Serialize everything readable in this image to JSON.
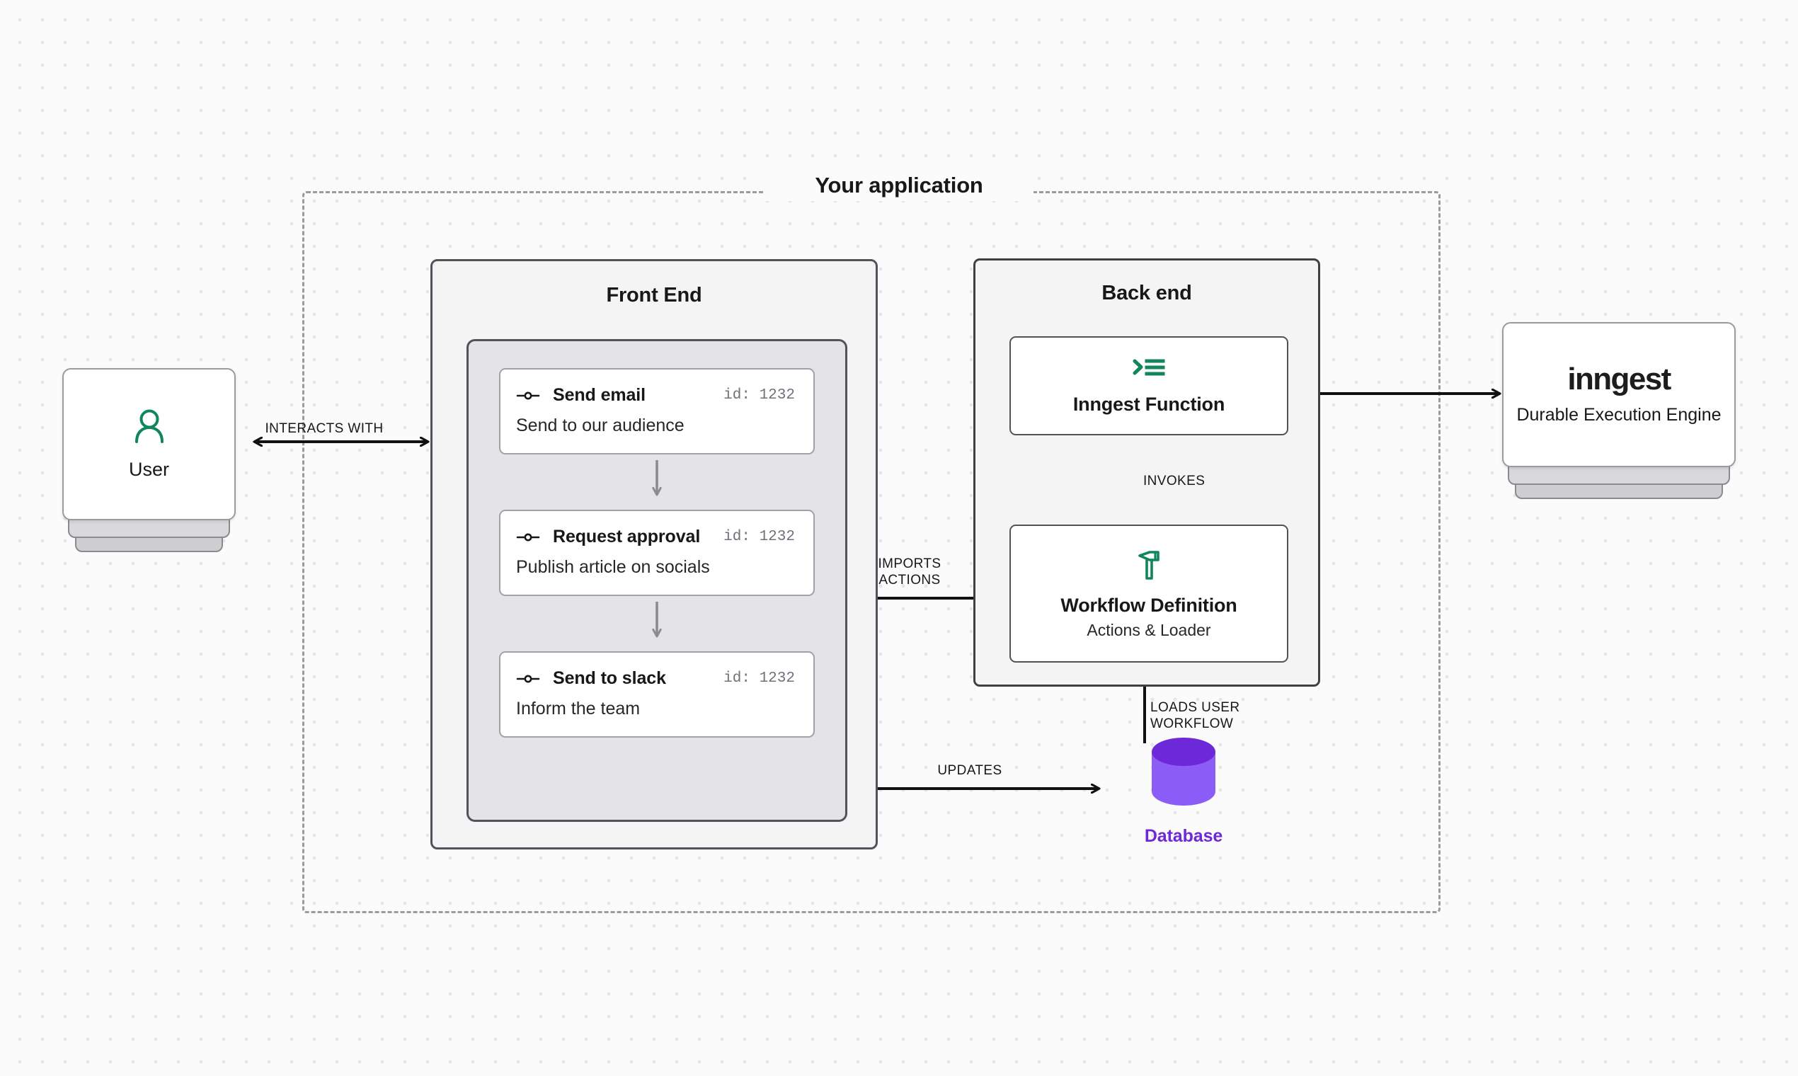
{
  "diagram": {
    "title": "Your application",
    "background": {
      "color": "#fbfbfb",
      "dot_color": "#e6e6e8"
    },
    "accent_green": "#11865a",
    "accent_purple": "#6d28d9"
  },
  "user_node": {
    "label": "User",
    "icon": "user-icon"
  },
  "inngest_node": {
    "logo": "inngest",
    "subtitle": "Durable Execution\nEngine"
  },
  "frontend": {
    "title": "Front End",
    "steps": [
      {
        "icon": "workflow-node-icon",
        "title": "Send email",
        "id_label": "id: 1232",
        "description": "Send to our audience"
      },
      {
        "icon": "workflow-node-icon",
        "title": "Request approval",
        "id_label": "id: 1232",
        "description": "Publish article on socials"
      },
      {
        "icon": "workflow-node-icon",
        "title": "Send to slack",
        "id_label": "id: 1232",
        "description": "Inform the team"
      }
    ]
  },
  "backend": {
    "title": "Back end",
    "cards": [
      {
        "icon": "terminal-list-icon",
        "title": "Inngest Function",
        "subtitle": ""
      },
      {
        "icon": "hammer-icon",
        "title": "Workflow Definition",
        "subtitle": "Actions & Loader"
      }
    ]
  },
  "database": {
    "label": "Database",
    "top_color": "#6d28d9",
    "body_color": "#8b5cf6"
  },
  "edges": [
    {
      "name": "user-to-frontend",
      "label": "INTERACTS WITH",
      "direction": "bidirectional"
    },
    {
      "name": "backend-to-inngest",
      "label": "",
      "direction": "bidirectional"
    },
    {
      "name": "inngestfn-to-workflow",
      "label": "INVOKES",
      "direction": "down"
    },
    {
      "name": "workflow-to-frontend",
      "label": "IMPORTS\nACTIONS",
      "direction": "left"
    },
    {
      "name": "frontend-to-database",
      "label": "UPDATES",
      "direction": "right"
    },
    {
      "name": "database-to-workflow",
      "label": "LOADS USER\nWORKFLOW",
      "direction": "up"
    }
  ]
}
